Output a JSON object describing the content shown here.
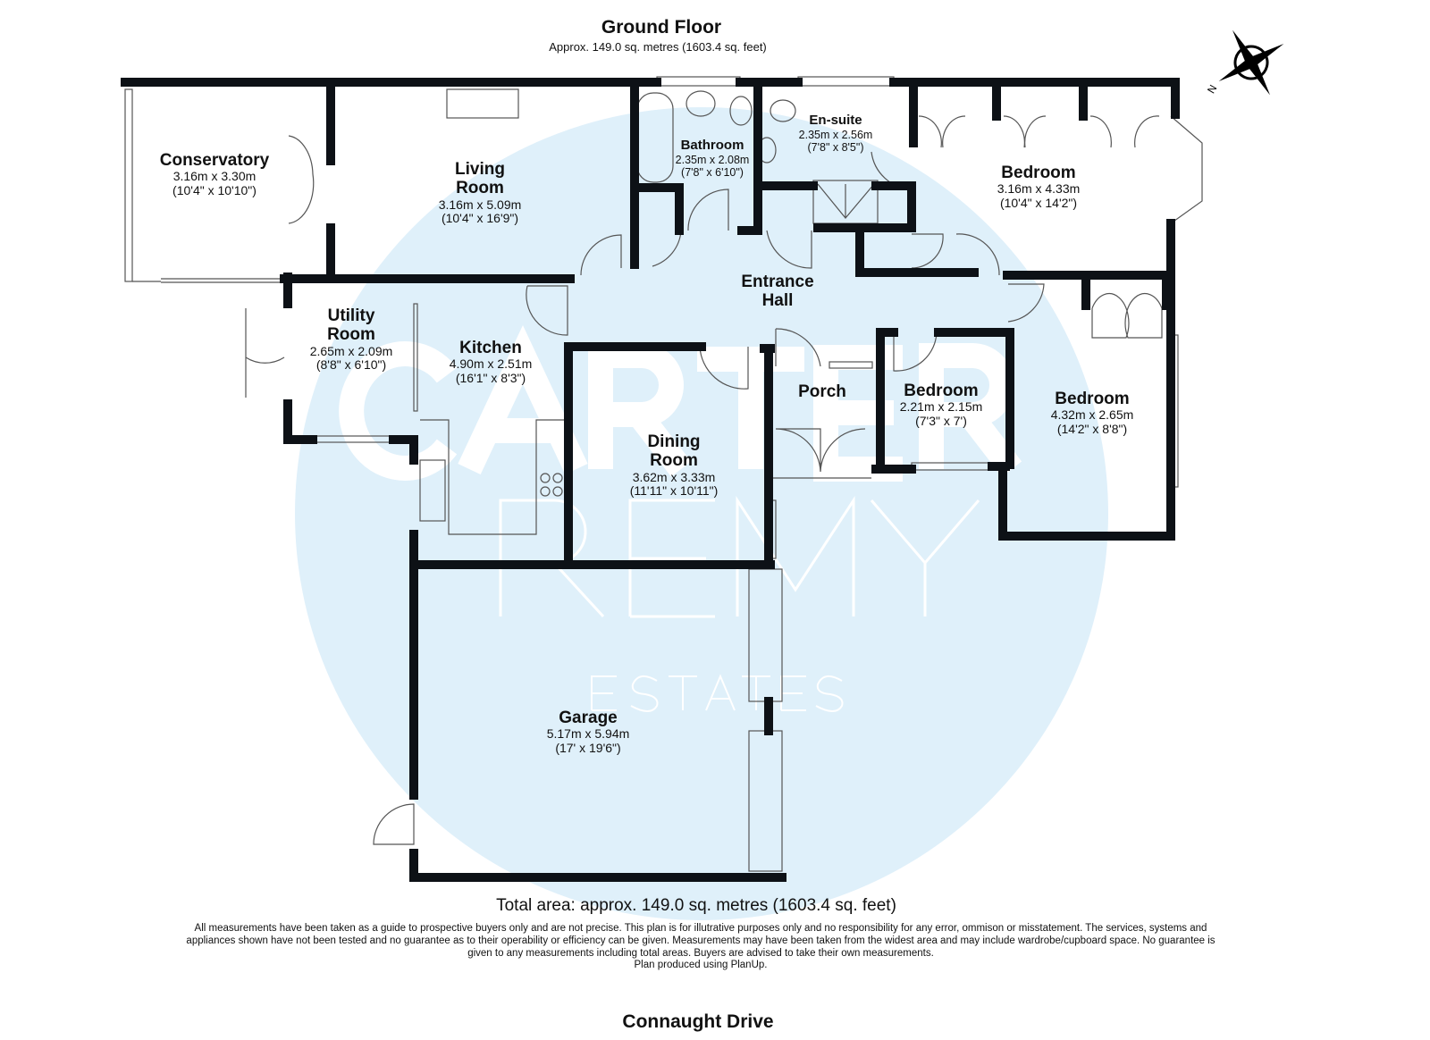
{
  "header": {
    "title": "Ground Floor",
    "subtitle": "Approx. 149.0 sq. metres (1603.4 sq. feet)"
  },
  "watermark": {
    "line1": "CARTER",
    "line2": "REMY",
    "line3": "ESTATES",
    "color": "#dff0fa"
  },
  "compass": {
    "label": "N"
  },
  "rooms": {
    "conservatory": {
      "name": "Conservatory",
      "metric": "3.16m x 3.30m",
      "imperial": "(10'4\" x 10'10\")"
    },
    "living": {
      "name1": "Living",
      "name2": "Room",
      "metric": "3.16m x 5.09m",
      "imperial": "(10'4\" x 16'9\")"
    },
    "bathroom": {
      "name": "Bathroom",
      "metric": "2.35m x 2.08m",
      "imperial": "(7'8\" x 6'10\")"
    },
    "ensuite": {
      "name": "En-suite",
      "metric": "2.35m x 2.56m",
      "imperial": "(7'8\" x 8'5\")"
    },
    "bedroom1": {
      "name": "Bedroom",
      "metric": "3.16m x 4.33m",
      "imperial": "(10'4\" x 14'2\")"
    },
    "hall": {
      "name1": "Entrance",
      "name2": "Hall"
    },
    "utility": {
      "name1": "Utility",
      "name2": "Room",
      "metric": "2.65m x 2.09m",
      "imperial": "(8'8\" x 6'10\")"
    },
    "kitchen": {
      "name": "Kitchen",
      "metric": "4.90m x 2.51m",
      "imperial": "(16'1\" x 8'3\")"
    },
    "porch": {
      "name": "Porch"
    },
    "bedroom2": {
      "name": "Bedroom",
      "metric": "2.21m x 2.15m",
      "imperial": "(7'3\" x 7')"
    },
    "bedroom3": {
      "name": "Bedroom",
      "metric": "4.32m x 2.65m",
      "imperial": "(14'2\" x 8'8\")"
    },
    "dining": {
      "name1": "Dining",
      "name2": "Room",
      "metric": "3.62m x 3.33m",
      "imperial": "(11'11\" x 10'11\")"
    },
    "garage": {
      "name": "Garage",
      "metric": "5.17m x 5.94m",
      "imperial": "(17' x 19'6\")"
    }
  },
  "footer": {
    "total": "Total area: approx. 149.0 sq. metres (1603.4 sq. feet)",
    "disclaimer": "All measurements have been taken as a guide to prospective buyers only and are not precise. This plan is for illutrative purposes only and no responsibility for any error, ommison or misstatement. The services, systems and appliances shown have not been tested and no guarantee as to their operability or efficiency can be given. Measurements may have been taken from the widest area and may include wardrobe/cupboard space. No guarantee is given to any measurements including total areas. Buyers are advised to take their own measurements.",
    "produced": "Plan produced using PlanUp.",
    "address": "Connaught Drive"
  }
}
